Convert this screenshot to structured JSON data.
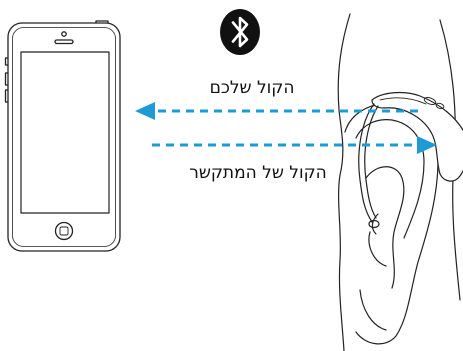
{
  "bluetooth": {
    "icon": "bluetooth-icon",
    "background": "#111111",
    "foreground": "#ffffff"
  },
  "phone": {
    "icon": "smartphone-icon"
  },
  "ear": {
    "icon": "ear-with-hearing-aid-icon"
  },
  "arrows": {
    "color": "#1e9bd7",
    "your_voice": {
      "label": "הקול שלכם",
      "direction": "to-phone"
    },
    "caller_voice": {
      "label": "הקול של המתקשר",
      "direction": "to-hearing-aid"
    }
  }
}
